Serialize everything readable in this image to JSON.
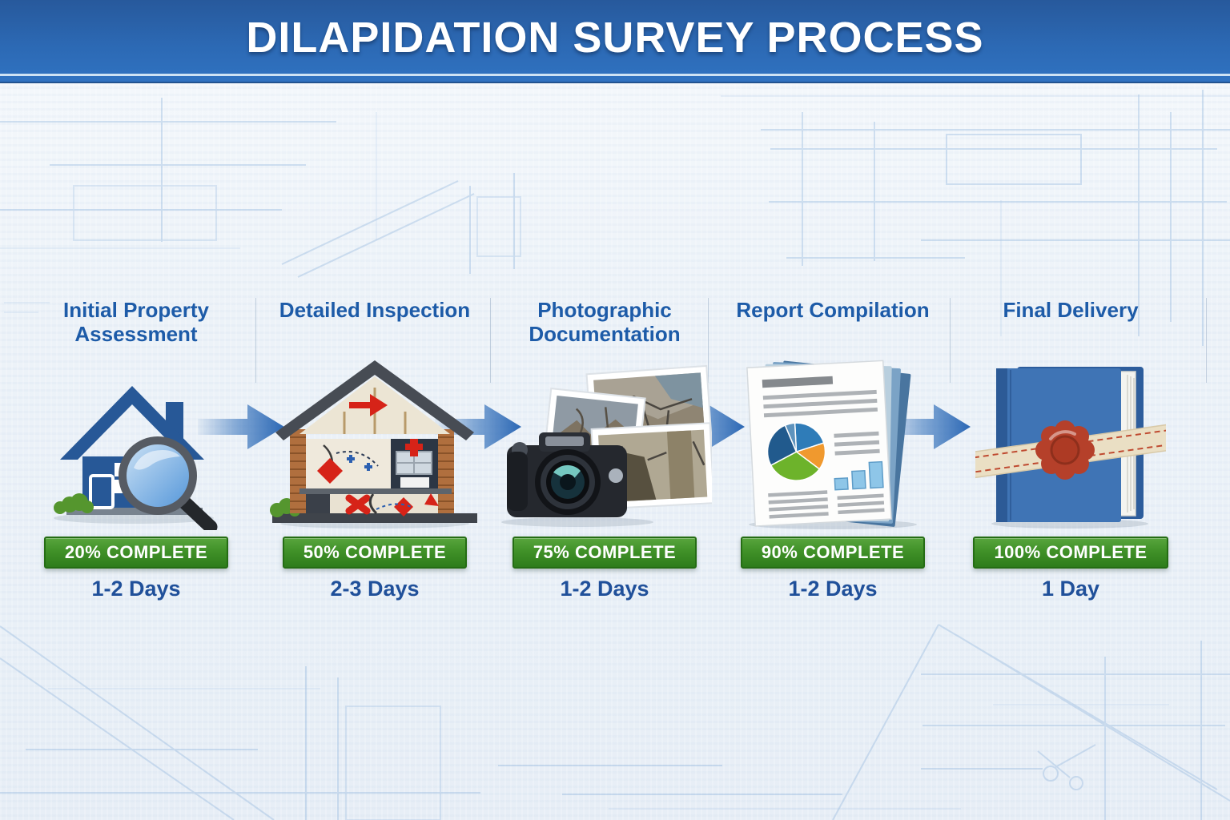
{
  "header": {
    "title": "DILAPIDATION SURVEY PROCESS"
  },
  "stages": [
    {
      "title": "Initial Property Assessment",
      "icon": "house-magnifier-icon",
      "progress_label": "20% COMPLETE",
      "progress_percent": 20,
      "duration": "1-2 Days"
    },
    {
      "title": "Detailed Inspection",
      "icon": "house-cross-section-icon",
      "progress_label": "50% COMPLETE",
      "progress_percent": 50,
      "duration": "2-3 Days"
    },
    {
      "title": "Photographic Documentation",
      "icon": "camera-photos-icon",
      "progress_label": "75% COMPLETE",
      "progress_percent": 75,
      "duration": "1-2 Days"
    },
    {
      "title": "Report Compilation",
      "icon": "report-documents-icon",
      "progress_label": "90% COMPLETE",
      "progress_percent": 90,
      "duration": "1-2 Days"
    },
    {
      "title": "Final Delivery",
      "icon": "sealed-report-book-icon",
      "progress_label": "100% COMPLETE",
      "progress_percent": 100,
      "duration": "1 Day"
    }
  ],
  "colors": {
    "header_blue": "#2c69b4",
    "title_blue": "#1d5ba8",
    "duration_blue": "#20509a",
    "badge_green": "#409128",
    "badge_border_green": "#256d14",
    "arrow_blue": "#2b67b4",
    "background": "#ecf2f8",
    "blueprint_line": "#8fb4dc"
  }
}
